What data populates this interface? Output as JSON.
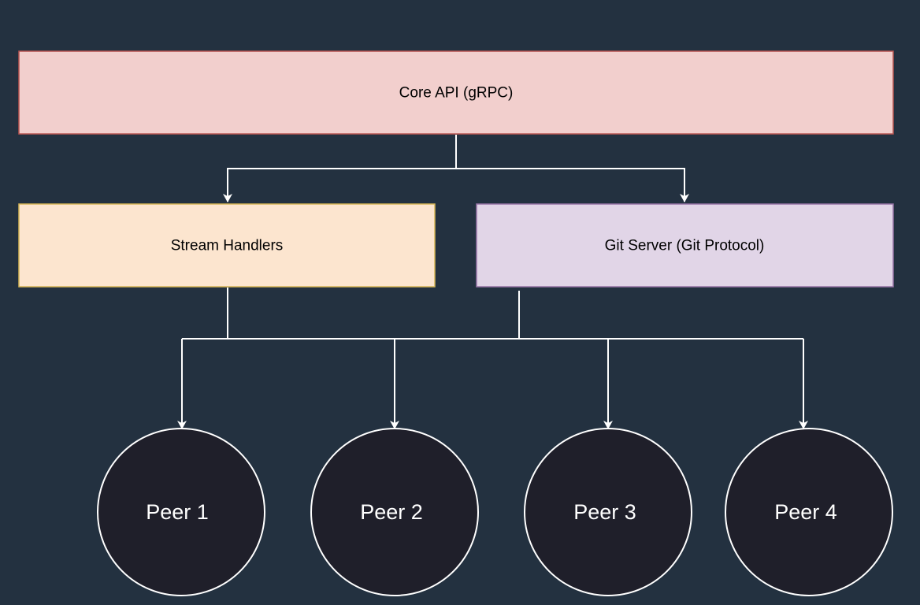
{
  "colors": {
    "background": "#233140",
    "connector": "#ffffff",
    "core_fill": "#f2cfcd",
    "core_stroke": "#b85450",
    "stream_fill": "#fce5cf",
    "stream_stroke": "#d6b656",
    "git_fill": "#e1d5e7",
    "git_stroke": "#9673a6",
    "peer_fill": "#1f1f2a",
    "peer_stroke": "#ffffff"
  },
  "nodes": {
    "core_api": {
      "label": "Core API (gRPC)"
    },
    "stream_handlers": {
      "label": "Stream Handlers"
    },
    "git_server": {
      "label": "Git Server (Git Protocol)"
    },
    "peers": [
      {
        "label": "Peer 1"
      },
      {
        "label": "Peer 2"
      },
      {
        "label": "Peer 3"
      },
      {
        "label": "Peer 4"
      }
    ]
  }
}
